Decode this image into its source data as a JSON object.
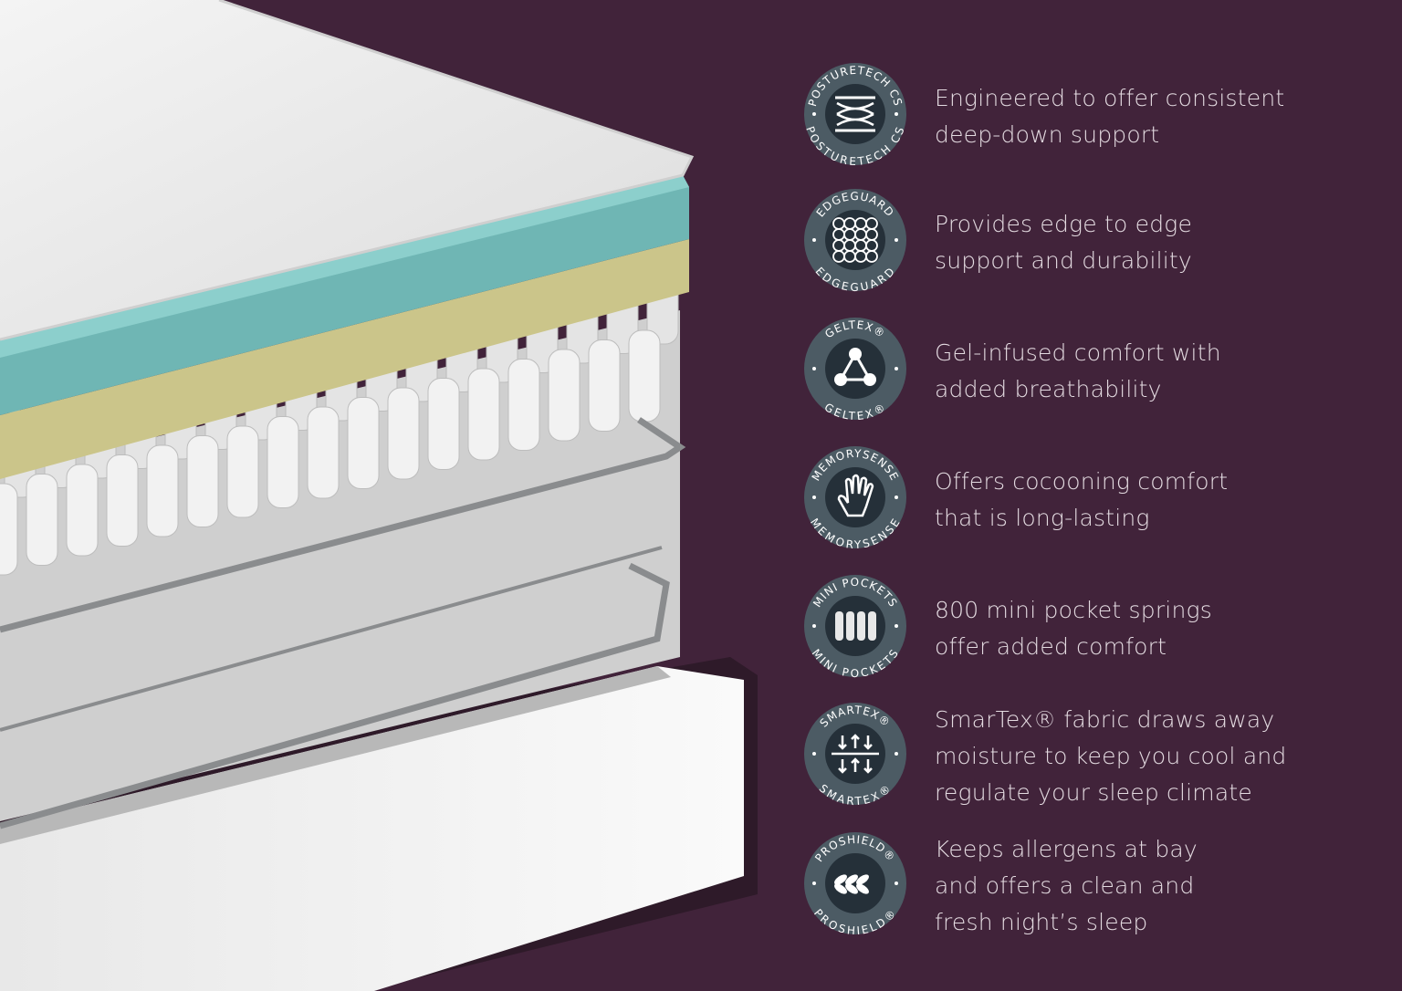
{
  "colors": {
    "background": "#41233a",
    "badge_ring": "#4c5b64",
    "badge_core": "#253039",
    "text": "#e4dbe1",
    "teal_layer": "#6fb6b4",
    "yellow_layer": "#cbc58a"
  },
  "features": [
    {
      "badge": "POSTURETECH CS",
      "icon": "spring-coil-icon",
      "lines": [
        "Engineered to offer consistent",
        "deep-down support"
      ]
    },
    {
      "badge": "EDGEGUARD",
      "icon": "edge-grid-icon",
      "lines": [
        "Provides edge to edge",
        "support and durability"
      ]
    },
    {
      "badge": "GELTEX®",
      "icon": "geltex-molecule-icon",
      "lines": [
        "Gel-infused comfort with",
        "added breathability"
      ]
    },
    {
      "badge": "MEMORYSENSE",
      "icon": "hand-icon",
      "lines": [
        "Offers cocooning comfort",
        "that is long-lasting"
      ]
    },
    {
      "badge": "MINI POCKETS",
      "icon": "mini-pocket-springs-icon",
      "lines": [
        "800 mini pocket springs",
        "offer added comfort"
      ]
    },
    {
      "badge": "SMARTEX®",
      "icon": "moisture-arrows-icon",
      "lines": [
        "SmarTex® fabric draws away",
        "moisture to keep you cool and",
        "regulate your sleep climate"
      ]
    },
    {
      "badge": "PROSHIELD®",
      "icon": "braid-icon",
      "lines": [
        "Keeps allergens at bay",
        "and offers a clean and",
        "fresh night’s sleep"
      ]
    }
  ]
}
